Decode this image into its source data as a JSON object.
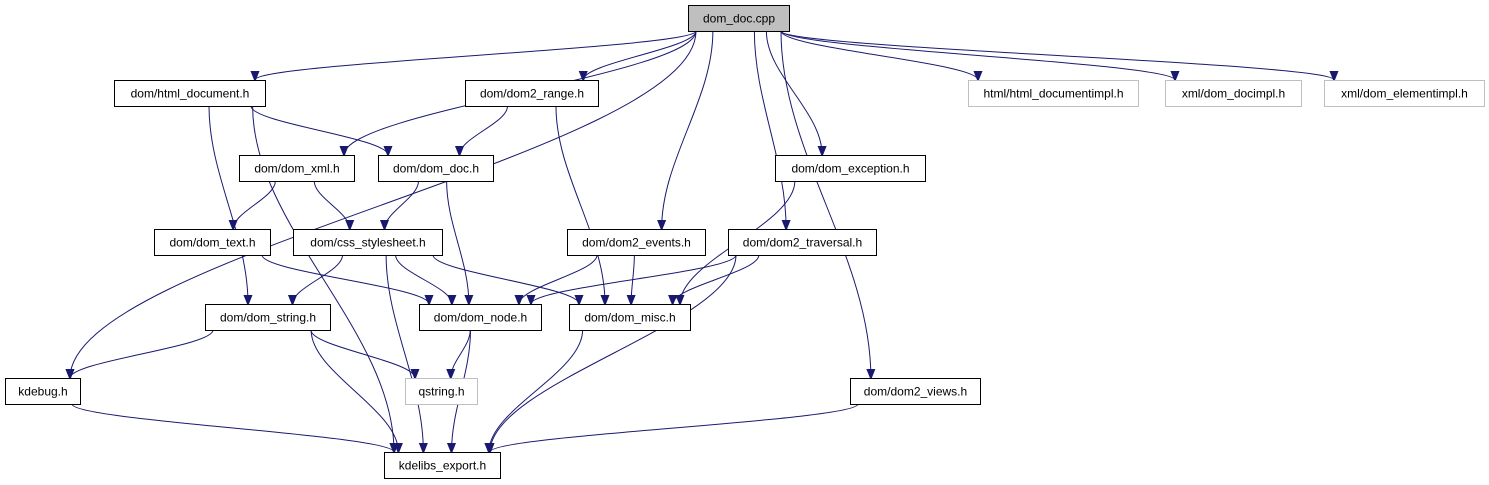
{
  "graph": {
    "title": "dom_doc.cpp include dependency graph",
    "colors": {
      "edge": "#191970",
      "root_fill": "#bfbfbf",
      "node_border": "#000000",
      "external_border": "#bfbfbf"
    },
    "nodes": [
      {
        "id": "dom_doc_cpp",
        "label": "dom_doc.cpp",
        "kind": "root"
      },
      {
        "id": "html_document_h",
        "label": "dom/html_document.h",
        "kind": "documented"
      },
      {
        "id": "dom2_range_h",
        "label": "dom/dom2_range.h",
        "kind": "documented"
      },
      {
        "id": "html_documentimpl_h",
        "label": "html/html_documentimpl.h",
        "kind": "external"
      },
      {
        "id": "dom_docimpl_h",
        "label": "xml/dom_docimpl.h",
        "kind": "external"
      },
      {
        "id": "dom_elementimpl_h",
        "label": "xml/dom_elementimpl.h",
        "kind": "external"
      },
      {
        "id": "dom_xml_h",
        "label": "dom/dom_xml.h",
        "kind": "documented"
      },
      {
        "id": "dom_doc_h",
        "label": "dom/dom_doc.h",
        "kind": "documented"
      },
      {
        "id": "dom_exception_h",
        "label": "dom/dom_exception.h",
        "kind": "documented"
      },
      {
        "id": "dom_text_h",
        "label": "dom/dom_text.h",
        "kind": "documented"
      },
      {
        "id": "css_stylesheet_h",
        "label": "dom/css_stylesheet.h",
        "kind": "documented"
      },
      {
        "id": "dom2_events_h",
        "label": "dom/dom2_events.h",
        "kind": "documented"
      },
      {
        "id": "dom2_traversal_h",
        "label": "dom/dom2_traversal.h",
        "kind": "documented"
      },
      {
        "id": "dom_string_h",
        "label": "dom/dom_string.h",
        "kind": "documented"
      },
      {
        "id": "dom_node_h",
        "label": "dom/dom_node.h",
        "kind": "documented"
      },
      {
        "id": "dom_misc_h",
        "label": "dom/dom_misc.h",
        "kind": "documented"
      },
      {
        "id": "kdebug_h",
        "label": "kdebug.h",
        "kind": "documented"
      },
      {
        "id": "qstring_h",
        "label": "qstring.h",
        "kind": "external"
      },
      {
        "id": "dom2_views_h",
        "label": "dom/dom2_views.h",
        "kind": "documented"
      },
      {
        "id": "kdelibs_export_h",
        "label": "kdelibs_export.h",
        "kind": "documented"
      }
    ],
    "edges": [
      {
        "from": "dom_doc_cpp",
        "to": "kdebug_h"
      },
      {
        "from": "dom_doc_cpp",
        "to": "html_document_h"
      },
      {
        "from": "dom_doc_cpp",
        "to": "dom_xml_h"
      },
      {
        "from": "dom_doc_cpp",
        "to": "dom2_range_h"
      },
      {
        "from": "dom_doc_cpp",
        "to": "dom2_events_h"
      },
      {
        "from": "dom_doc_cpp",
        "to": "dom2_traversal_h"
      },
      {
        "from": "dom_doc_cpp",
        "to": "dom_exception_h"
      },
      {
        "from": "dom_doc_cpp",
        "to": "dom2_views_h"
      },
      {
        "from": "dom_doc_cpp",
        "to": "html_documentimpl_h"
      },
      {
        "from": "dom_doc_cpp",
        "to": "dom_docimpl_h"
      },
      {
        "from": "dom_doc_cpp",
        "to": "dom_elementimpl_h"
      },
      {
        "from": "html_document_h",
        "to": "dom_doc_h"
      },
      {
        "from": "html_document_h",
        "to": "dom_string_h"
      },
      {
        "from": "html_document_h",
        "to": "kdelibs_export_h"
      },
      {
        "from": "dom2_range_h",
        "to": "dom_doc_h"
      },
      {
        "from": "dom2_range_h",
        "to": "dom_misc_h"
      },
      {
        "from": "dom_xml_h",
        "to": "dom_text_h"
      },
      {
        "from": "dom_xml_h",
        "to": "css_stylesheet_h"
      },
      {
        "from": "dom_doc_h",
        "to": "css_stylesheet_h"
      },
      {
        "from": "dom_doc_h",
        "to": "dom_node_h"
      },
      {
        "from": "dom_exception_h",
        "to": "dom_misc_h"
      },
      {
        "from": "dom_text_h",
        "to": "dom_node_h"
      },
      {
        "from": "css_stylesheet_h",
        "to": "dom_string_h"
      },
      {
        "from": "css_stylesheet_h",
        "to": "dom_node_h"
      },
      {
        "from": "css_stylesheet_h",
        "to": "dom_misc_h"
      },
      {
        "from": "css_stylesheet_h",
        "to": "kdelibs_export_h"
      },
      {
        "from": "dom2_events_h",
        "to": "dom_node_h"
      },
      {
        "from": "dom2_events_h",
        "to": "dom_misc_h"
      },
      {
        "from": "dom2_traversal_h",
        "to": "dom_node_h"
      },
      {
        "from": "dom2_traversal_h",
        "to": "dom_misc_h"
      },
      {
        "from": "dom2_traversal_h",
        "to": "kdelibs_export_h"
      },
      {
        "from": "dom_string_h",
        "to": "kdebug_h"
      },
      {
        "from": "dom_string_h",
        "to": "qstring_h"
      },
      {
        "from": "dom_string_h",
        "to": "kdelibs_export_h"
      },
      {
        "from": "dom_node_h",
        "to": "qstring_h"
      },
      {
        "from": "dom_node_h",
        "to": "kdelibs_export_h"
      },
      {
        "from": "dom_misc_h",
        "to": "kdelibs_export_h"
      },
      {
        "from": "kdebug_h",
        "to": "kdelibs_export_h"
      },
      {
        "from": "dom2_views_h",
        "to": "kdelibs_export_h"
      }
    ]
  }
}
